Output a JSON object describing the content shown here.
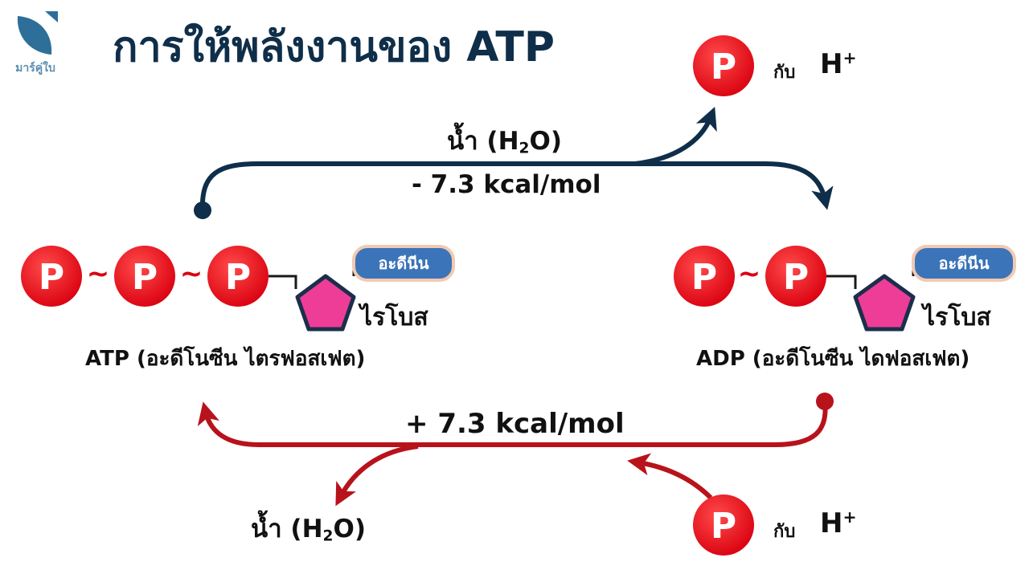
{
  "logo": {
    "text": "มาร์คู่ใบ"
  },
  "title": "การให้พลังงานของ ATP",
  "phosphate_label": "P",
  "bond_symbol": "~",
  "pairing_word": "กับ",
  "proton": {
    "base": "H",
    "charge": "+"
  },
  "water": {
    "word": "น้ำ",
    "formula_open": "(H",
    "formula_sub": "2",
    "formula_close": "O)"
  },
  "reactions": {
    "hydrolysis_energy": "- 7.3 kcal/mol",
    "synthesis_energy": "+ 7.3 kcal/mol"
  },
  "atp": {
    "name": "ATP (อะดีโนซีน ไตรฟอสเฟต)",
    "base": "อะดีนีน",
    "sugar": "ไรโบส"
  },
  "adp": {
    "name": "ADP (อะดีโนซีน ไดฟอสเฟต)",
    "base": "อะดีนีน",
    "sugar": "ไรโบส"
  },
  "colors": {
    "phosphate_fill": "#e60012",
    "ribose_fill": "#ee3d96",
    "ribose_outline": "#1b2e4b",
    "base_fill": "#3b74b8",
    "base_outline": "#f2c9b2",
    "hydrolysis_arrow": "#0f2e49",
    "synthesis_arrow": "#b8121b",
    "title": "#0f2e49"
  }
}
